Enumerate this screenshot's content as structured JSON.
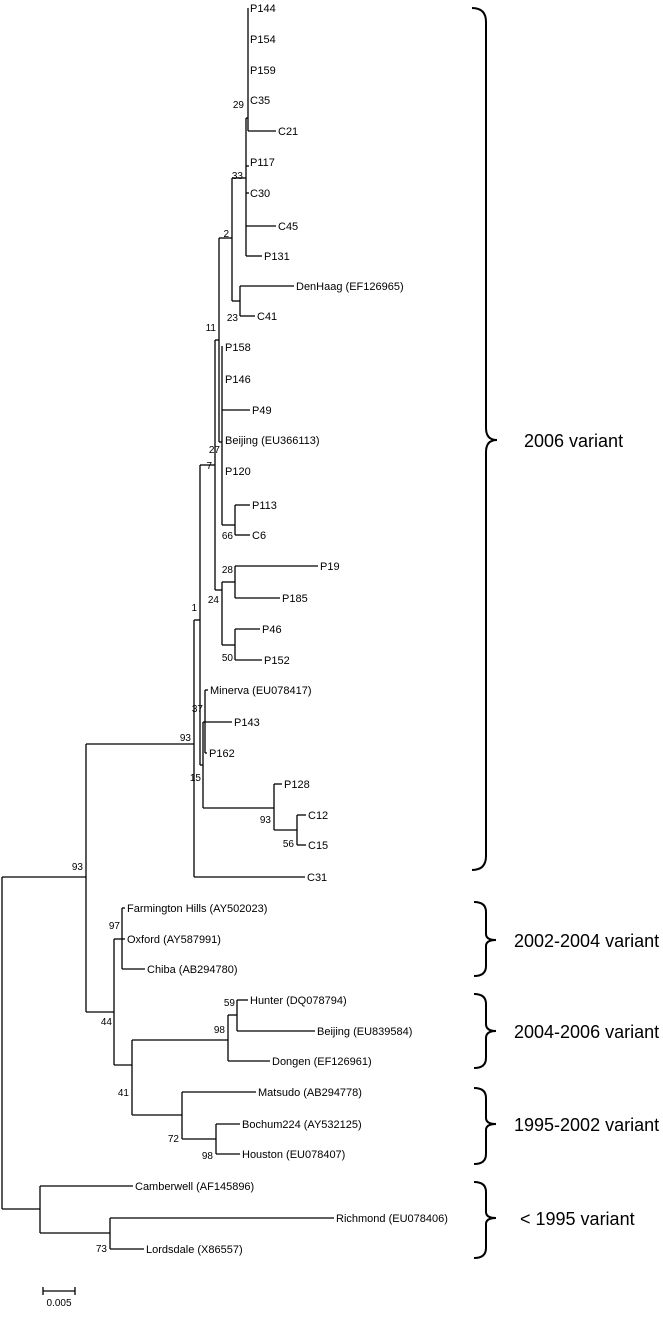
{
  "leaves": {
    "P144": "P144",
    "P154": "P154",
    "P159": "P159",
    "C35": "C35",
    "C21": "C21",
    "P117": "P117",
    "C30": "C30",
    "C45": "C45",
    "P131": "P131",
    "DenHaag": "DenHaag (EF126965)",
    "C41": "C41",
    "P158": "P158",
    "P146": "P146",
    "P49": "P49",
    "Beijing1": "Beijing (EU366113)",
    "P120": "P120",
    "P113": "P113",
    "C6": "C6",
    "P19": "P19",
    "P185": "P185",
    "P46": "P46",
    "P152": "P152",
    "Minerva": "Minerva (EU078417)",
    "P143": "P143",
    "P162": "P162",
    "P128": "P128",
    "C12": "C12",
    "C15": "C15",
    "C31": "C31",
    "Farmington": "Farmington Hills (AY502023)",
    "Oxford": "Oxford (AY587991)",
    "Chiba": "Chiba (AB294780)",
    "Hunter": "Hunter (DQ078794)",
    "Beijing2": "Beijing (EU839584)",
    "Dongen": "Dongen (EF126961)",
    "Matsudo": "Matsudo (AB294778)",
    "Bochum": "Bochum224 (AY532125)",
    "Houston": "Houston (EU078407)",
    "Camberwell": "Camberwell (AF145896)",
    "Richmond": "Richmond (EU078406)",
    "Lordsdale": "Lordsdale (X86557)"
  },
  "bootstrap": {
    "n29": "29",
    "n33": "33",
    "n2": "2",
    "n23": "23",
    "n11": "11",
    "n27": "27",
    "n7": "7",
    "n66": "66",
    "n28": "28",
    "n24": "24",
    "n50": "50",
    "n1": "1",
    "n37": "37",
    "n93a": "93",
    "n15": "15",
    "n93b": "93",
    "n56": "56",
    "n93root": "93",
    "n97": "97",
    "n44": "44",
    "n59": "59",
    "n98a": "98",
    "n41": "41",
    "n72": "72",
    "n98b": "98",
    "n73": "73"
  },
  "groups": {
    "g2006": "2006 variant",
    "g2002": "2002-2004 variant",
    "g2004": "2004-2006 variant",
    "g1995": "1995-2002 variant",
    "gpre1995": "< 1995 variant"
  },
  "scale_bar": {
    "label": "0.005"
  }
}
